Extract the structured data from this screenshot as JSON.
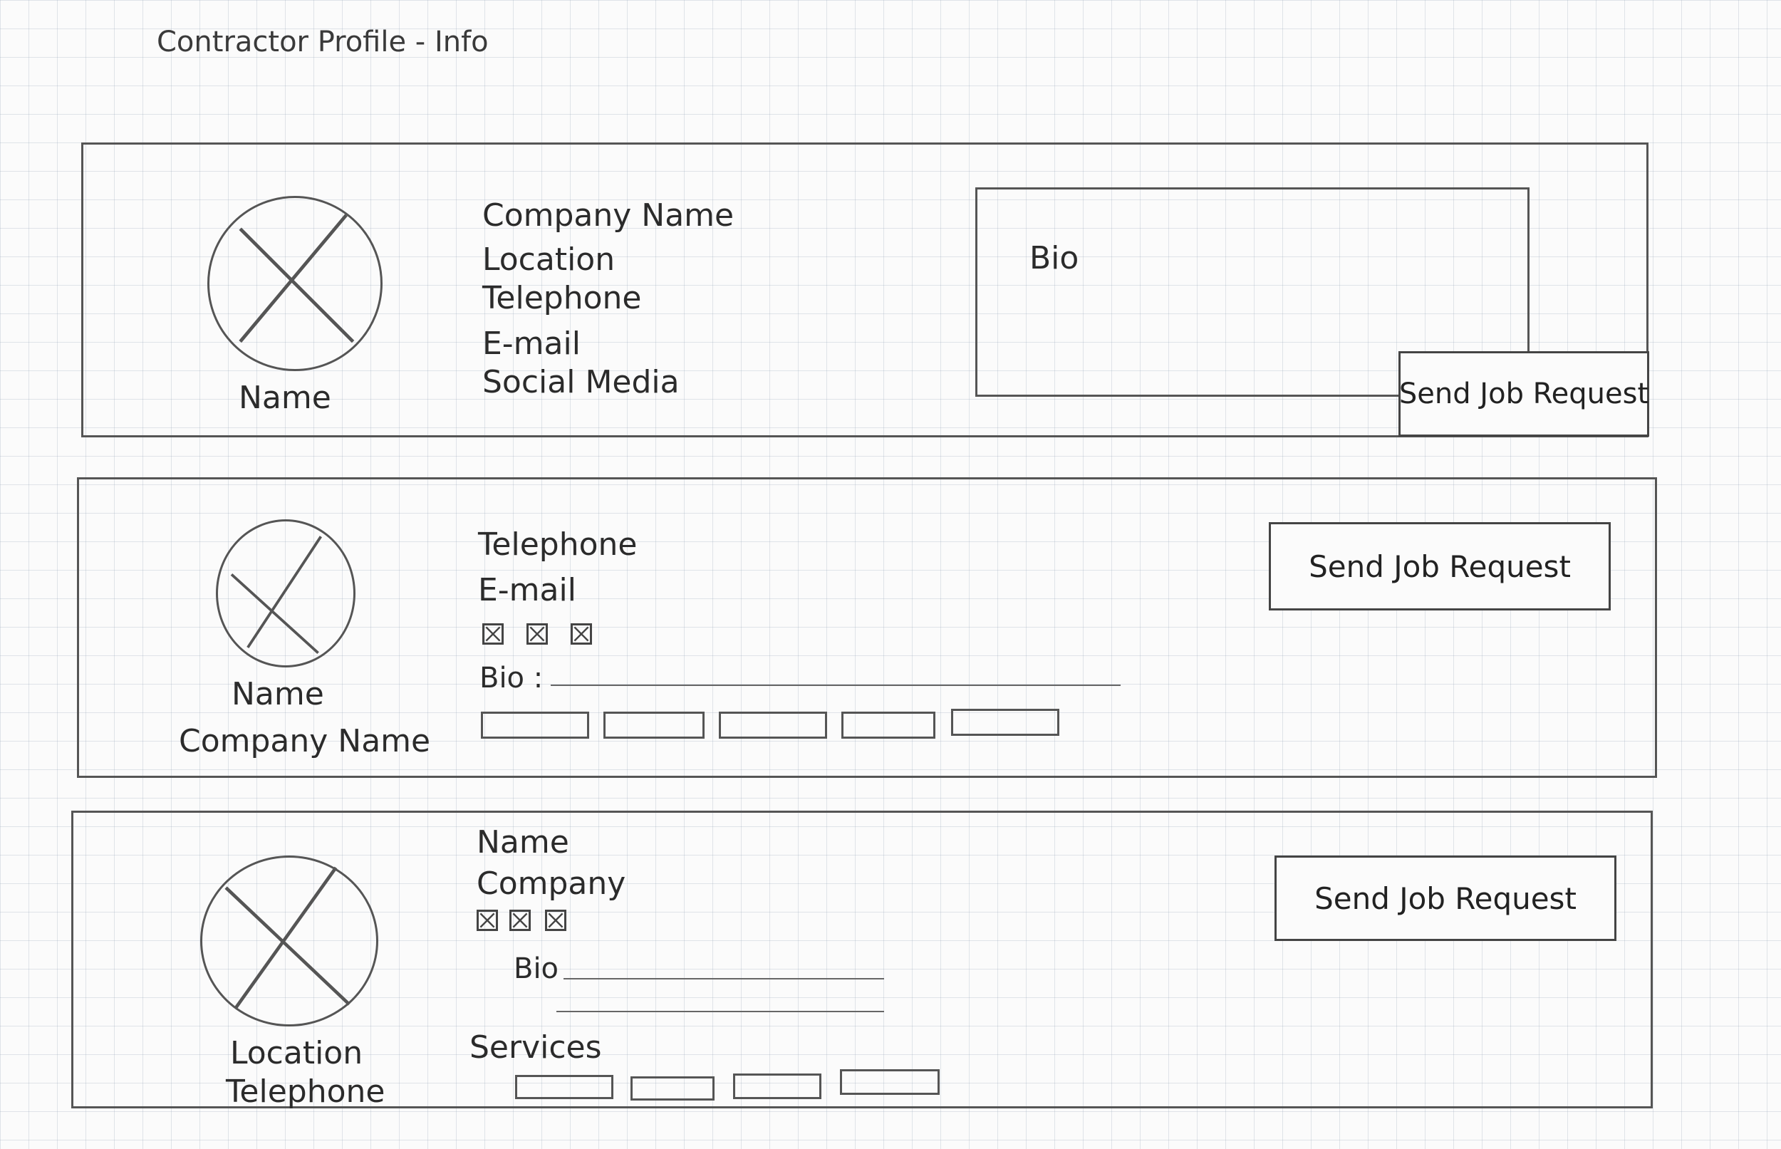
{
  "page_title": "Contractor Profile - Info",
  "panel1": {
    "avatar_caption": "Name",
    "fields": [
      "Company Name",
      "Location",
      "Telephone",
      "E-mail",
      "Social Media"
    ],
    "bio_label": "Bio",
    "button_label": "Send Job Request"
  },
  "panel2": {
    "avatar_caption_1": "Name",
    "avatar_caption_2": "Company Name",
    "fields": [
      "Telephone",
      "E-mail"
    ],
    "checkbox_count": 3,
    "bio_label": "Bio :",
    "chip_count": 5,
    "button_label": "Send Job Request"
  },
  "panel3": {
    "fields": [
      "Name",
      "Company"
    ],
    "checkbox_count": 3,
    "bio_label": "Bio",
    "services_label": "Services",
    "chip_count": 4,
    "avatar_caption_1": "Location",
    "avatar_caption_2": "Telephone",
    "button_label": "Send Job Request"
  }
}
